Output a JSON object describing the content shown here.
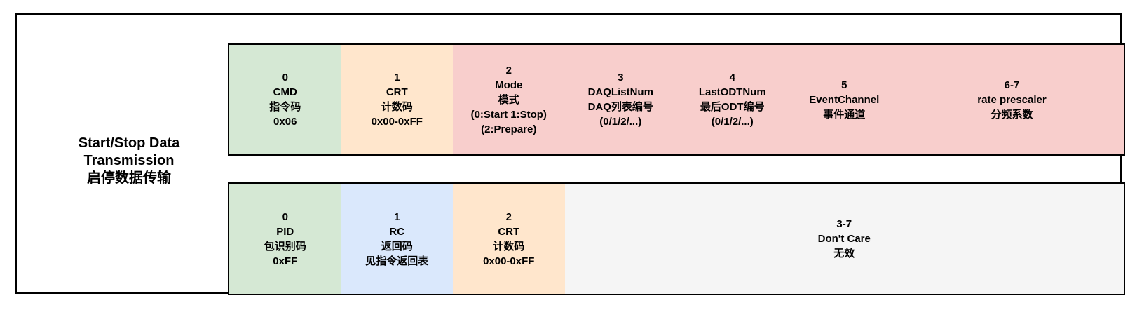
{
  "palette": {
    "green": "#d5e8d4",
    "orange": "#ffe6cc",
    "red": "#f8cecc",
    "blue": "#dae8fc",
    "gray": "#f5f5f5",
    "border": "#000000",
    "background": "#ffffff"
  },
  "side_label": {
    "lines": [
      "Start/Stop Data",
      "Transmission",
      "启停数据传输"
    ]
  },
  "request_row": {
    "cells": [
      {
        "id": "byte0-cmd",
        "color": "green",
        "lines": [
          "0",
          "CMD",
          "指令码",
          "0x06"
        ]
      },
      {
        "id": "byte1-crt",
        "color": "orange",
        "lines": [
          "1",
          "CRT",
          "计数码",
          "0x00-0xFF"
        ]
      },
      {
        "id": "byte2-mode",
        "color": "red",
        "lines": [
          "2",
          "Mode",
          "模式",
          "(0:Start 1:Stop)",
          "(2:Prepare)"
        ]
      },
      {
        "id": "byte3-daqlistnum",
        "color": "red",
        "lines": [
          "3",
          "DAQListNum",
          "DAQ列表编号",
          "(0/1/2/...)"
        ]
      },
      {
        "id": "byte4-lastodtnum",
        "color": "red",
        "lines": [
          "4",
          "LastODTNum",
          "最后ODT编号",
          "(0/1/2/...)"
        ]
      },
      {
        "id": "byte5-eventchannel",
        "color": "red",
        "lines": [
          "5",
          "EventChannel",
          "事件通道"
        ]
      },
      {
        "id": "byte6-7-rate-prescaler",
        "color": "red",
        "lines": [
          "6-7",
          "rate prescaler",
          "分频系数"
        ]
      }
    ]
  },
  "response_row": {
    "cells": [
      {
        "id": "byte0-pid",
        "color": "green",
        "lines": [
          "0",
          "PID",
          "包识别码",
          "0xFF"
        ]
      },
      {
        "id": "byte1-rc",
        "color": "blue",
        "lines": [
          "1",
          "RC",
          "返回码",
          "见指令返回表"
        ]
      },
      {
        "id": "byte2-crt",
        "color": "orange",
        "lines": [
          "2",
          "CRT",
          "计数码",
          "0x00-0xFF"
        ]
      },
      {
        "id": "byte3-7-dontcare",
        "color": "gray",
        "lines": [
          "3-7",
          "Don't Care",
          "无效"
        ]
      }
    ]
  }
}
